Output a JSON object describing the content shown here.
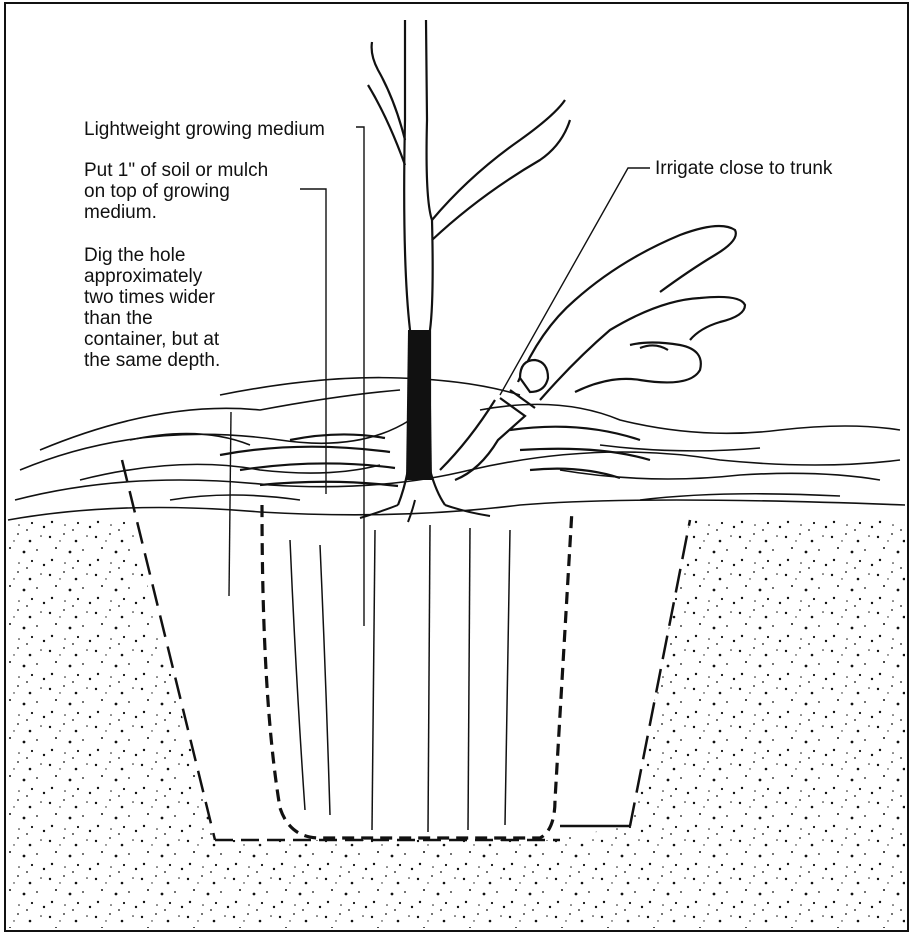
{
  "labels": {
    "growing_medium": "Lightweight growing medium",
    "mulch": "Put 1\" of soil or mulch\non top of growing\nmedium.",
    "dig": "Dig the hole\napproximately\ntwo times wider\nthan the\ncontainer, but at\nthe same depth.",
    "irrigate": "Irrigate close to trunk"
  },
  "colors": {
    "ink": "#111111",
    "paper": "#ffffff"
  }
}
